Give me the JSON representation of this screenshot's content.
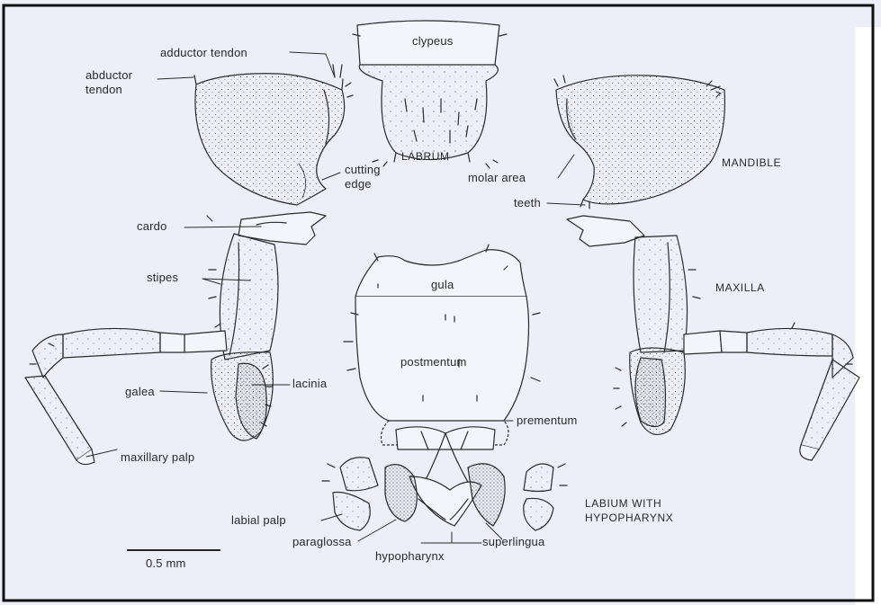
{
  "labels": {
    "adductor_tendon": "adductor tendon",
    "abductor_tendon": "abductor tendon",
    "abductor_tendon_line1": "abductor",
    "abductor_tendon_line2": "tendon",
    "clypeus": "clypeus",
    "labrum": "LABRUM",
    "cutting_edge_line1": "cutting",
    "cutting_edge_line2": "edge",
    "molar_area": "molar area",
    "mandible": "MANDIBLE",
    "teeth": "teeth",
    "cardo": "cardo",
    "stipes": "stipes",
    "gula": "gula",
    "maxilla": "MAXILLA",
    "postmentum": "postmentum",
    "lacinia": "lacinia",
    "galea": "galea",
    "prementum": "prementum",
    "maxillary_palp": "maxillary palp",
    "labium_line1": "LABIUM WITH",
    "labium_line2": "HYPOPHARYNX",
    "labial_palp": "labial palp",
    "paraglossa": "paraglossa",
    "superlingua": "superlingua",
    "hypopharynx": "hypopharynx",
    "scale_bar": "0.5 mm"
  },
  "colors": {
    "paper": "#eceff8",
    "ink": "#2a2a2a",
    "frame": "#111111"
  }
}
